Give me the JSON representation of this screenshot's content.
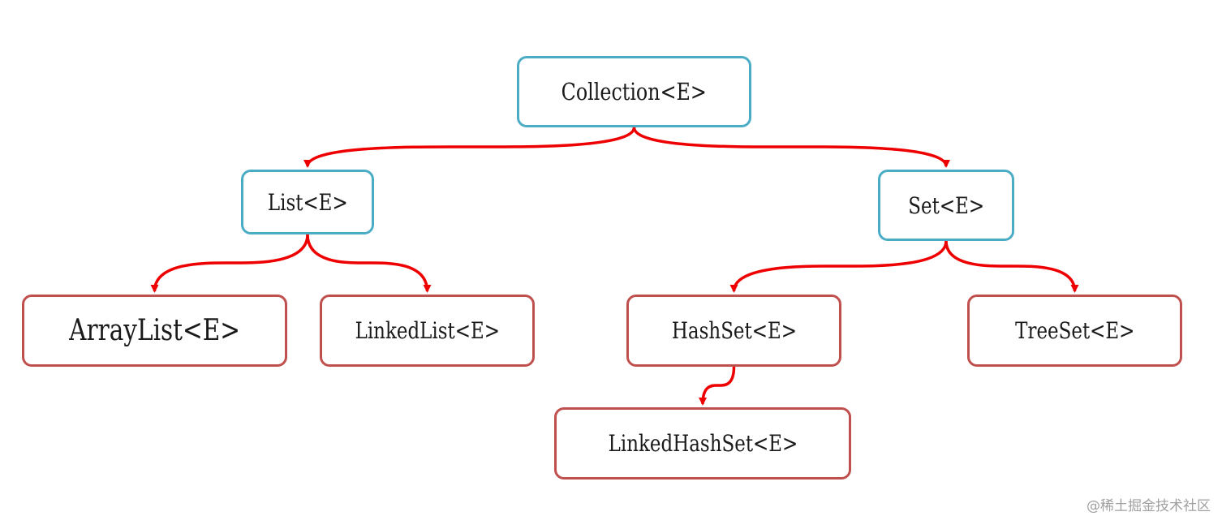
{
  "colors": {
    "interface_border": "#4bacc6",
    "implementation_border": "#c0504d",
    "arrow": "#ee0000"
  },
  "nodes": {
    "collection": "Collection<E>",
    "list": "List<E>",
    "set": "Set<E>",
    "arraylist": "ArrayList<E>",
    "linkedlist": "LinkedList<E>",
    "hashset": "HashSet<E>",
    "treeset": "TreeSet<E>",
    "linkedhashset": "LinkedHashSet<E>"
  },
  "edges": [
    {
      "from": "collection",
      "to": "list"
    },
    {
      "from": "collection",
      "to": "set"
    },
    {
      "from": "list",
      "to": "arraylist"
    },
    {
      "from": "list",
      "to": "linkedlist"
    },
    {
      "from": "set",
      "to": "hashset"
    },
    {
      "from": "set",
      "to": "treeset"
    },
    {
      "from": "hashset",
      "to": "linkedhashset"
    }
  ],
  "watermark": "@稀土掘金技术社区"
}
